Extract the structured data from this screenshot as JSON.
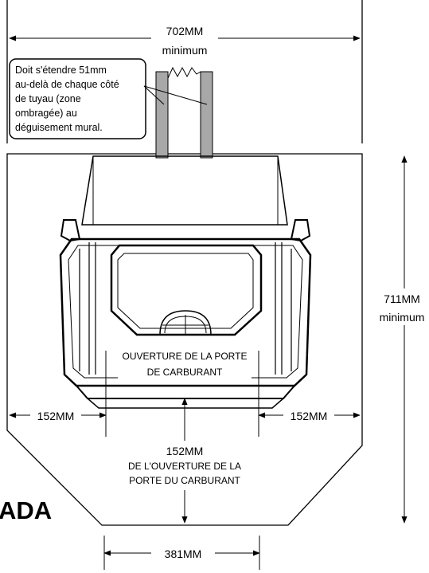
{
  "dimensions": {
    "top_width": "702MM",
    "top_width_note": "minimum",
    "height": "711MM",
    "height_note": "minimum",
    "left_side": "152MM",
    "right_side": "152MM",
    "front_value": "152MM",
    "front_desc_line1": "DE L'OUVERTURE DE LA",
    "front_desc_line2": "PORTE DU CARBURANT",
    "bottom_width": "381MM"
  },
  "callout": {
    "line1": "Doit s'étendre 51mm",
    "line2": "au-delà de chaque côté",
    "line3": "de tuyau (zone",
    "line4": "ombragée) au",
    "line5": "déguisement mural."
  },
  "door_label": {
    "line1": "OUVERTURE DE LA PORTE",
    "line2": "DE CARBURANT"
  },
  "partial_heading": "ADA",
  "colors": {
    "line": "#000000",
    "shaded_pipe": "#a8a8a8",
    "background": "#ffffff"
  }
}
